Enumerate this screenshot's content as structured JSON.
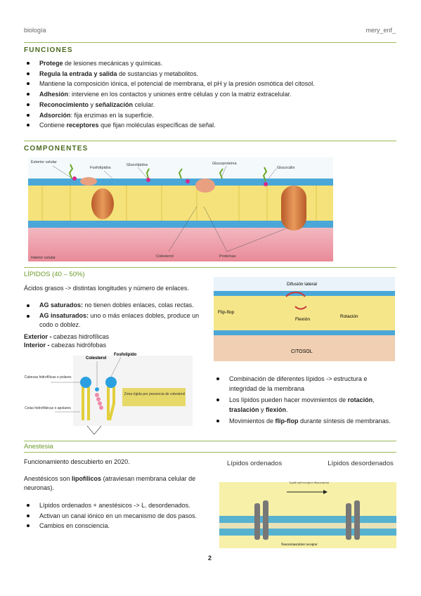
{
  "header": {
    "left": "biología",
    "right": "mery_enf_"
  },
  "funciones": {
    "title": "FUNCIONES",
    "items": [
      {
        "b": "Protege",
        "t": " de lesiones mecánicas y químicas."
      },
      {
        "b": "Regula la entrada y salida",
        "t": " de sustancias y metabolitos."
      },
      {
        "b": "",
        "t": "Mantiene la composición iónica, el potencial de membrana, el pH y la presión osmótica del citosol."
      },
      {
        "b": "Adhesión",
        "t": ": interviene en los contactos y uniones entre células y con la matriz extracelular."
      },
      {
        "b": "Reconocimiento",
        "t": " y ",
        "b2": "señalización",
        "t2": " celular."
      },
      {
        "b": "Adsorción",
        "t": ": fija enzimas en la superficie."
      },
      {
        "b": "",
        "t": "Contiene ",
        "b2": "receptores",
        "t2": " que fijan moléculas específicas de señal."
      }
    ]
  },
  "componentes": {
    "title": "COMPONENTES",
    "labels": {
      "exterior": "Exterior celular",
      "fosfolipidos": "Fosfolípidos",
      "glucolipidos": "Glucolípidos",
      "glucoproteina": "Glucoproteína",
      "glucocalix": "Glucocálix",
      "interior": "Interior celular",
      "colesterol": "Colesterol",
      "proteinas": "Proteínas"
    }
  },
  "lipidos": {
    "title": "LÍPIDOS (40 – 50%)",
    "intro": "Ácidos grasos -> distintas longitudes y número de enlaces.",
    "ag": [
      {
        "b": "AG saturados:",
        "t": " no tienen dobles enlaces, colas rectas."
      },
      {
        "b": "AG insaturados:",
        "t": " uno o más enlaces dobles, produce un codo o doblez."
      }
    ],
    "exterior_b": "Exterior -",
    "exterior_t": " cabezas hidrofílicas",
    "interior_b": "Interior -",
    "interior_t": " cabezas hidrófobas",
    "fig1": {
      "fosfolipido": "Fosfolípido",
      "colesterol": "Colesterol",
      "cabezas": "Cabezas hidrofílicas o polares",
      "colas": "Colas hidrofóbicas o apolares",
      "zona": "Zona rígida por presencia de colesterol"
    },
    "fig2": {
      "difusion": "Difusión lateral",
      "flipflop": "Flip-flop",
      "flexion": "Flexión",
      "rotacion": "Rotación",
      "citosol": "CITOSOL"
    },
    "right_items": [
      {
        "t": "Combinación de diferentes lípidos -> estructura e integridad de la membrana"
      },
      {
        "t": "Los lípidos pueden hacer movimientos de ",
        "b": "rotación",
        "t2": ", ",
        "b2": "traslación",
        "t3": " y ",
        "b3": "flexión",
        "t4": "."
      },
      {
        "t": "Movimientos de ",
        "b": "flip-flop",
        "t2": " durante síntesis de membranas."
      }
    ]
  },
  "anestesia": {
    "title": "Anestesia",
    "p1": "Funcionamiento descubierto en 2020.",
    "p2a": "Anestésicos son ",
    "p2b": "lipofílicos",
    "p2c": " (atraviesan membrana celular de neuronas).",
    "items": [
      "Lípidos ordenados + anestésicos -> L. desordenados.",
      "Activan un canal iónico en un mecanismo de dos pasos.",
      "Cambios en consciencia."
    ],
    "fig": {
      "ordenados": "Lípidos ordenados",
      "desordenados": "Lípidos desordenados",
      "raft": "Lipid raft-receptor dissociation",
      "receptor": "Neurotransmitter receptor"
    }
  },
  "page_number": "2",
  "colors": {
    "accent": "#9bbb59",
    "title": "#4a6a1f",
    "subtitle": "#6a9a2a"
  }
}
